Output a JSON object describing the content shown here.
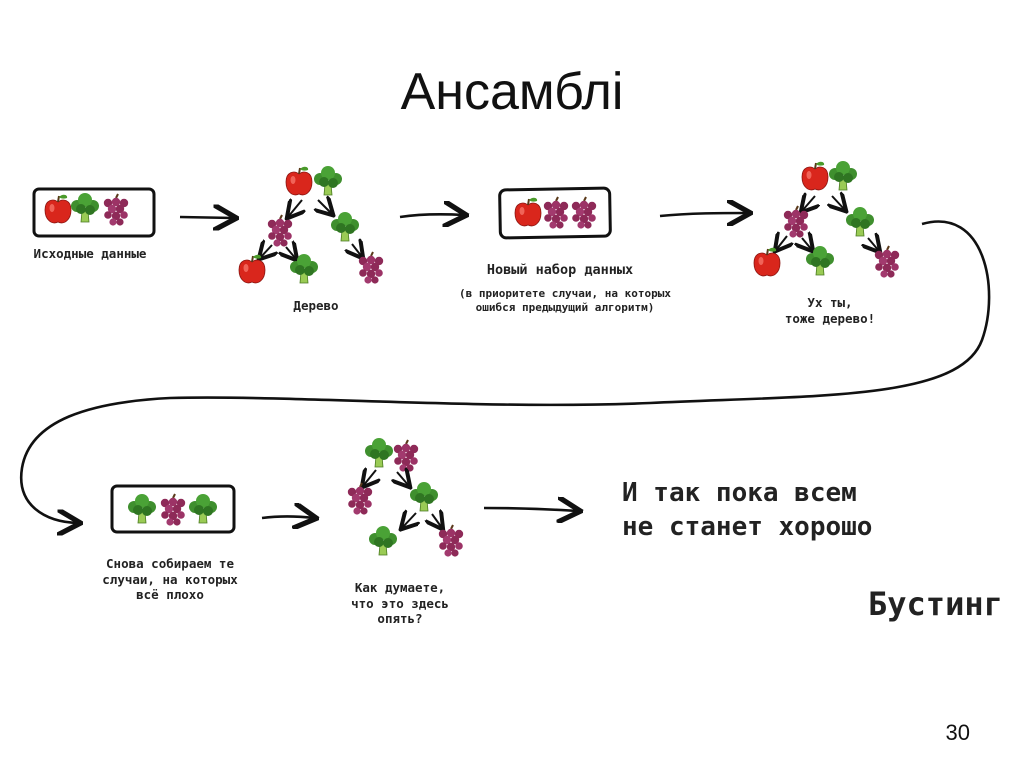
{
  "slide": {
    "title": "Ансамблі",
    "page_number": "30"
  },
  "labels": {
    "source_data": "Исходные данные",
    "tree": "Дерево",
    "new_dataset": "Новый набор данных",
    "new_dataset_note_1": "(в приоритете случаи, на которых",
    "new_dataset_note_2": "ошибся предыдущий алгоритм)",
    "wow_1": "Ух ты,",
    "wow_2": "тоже дерево!",
    "again_1": "Снова собираем те",
    "again_2": "случаи, на которых",
    "again_3": "всё плохо",
    "guess_1": "Как думаете,",
    "guess_2": "что это здесь",
    "guess_3": "опять?",
    "until_1": "И так пока всем",
    "until_2": "не станет хорошо",
    "boosting": "Бустинг"
  },
  "icons": [
    "apple-icon",
    "broccoli-icon",
    "grapes-icon"
  ],
  "colors": {
    "apple": "#d9261c",
    "broccoli": "#3f8f2e",
    "grapes": "#8e2a58",
    "ink": "#111111"
  }
}
